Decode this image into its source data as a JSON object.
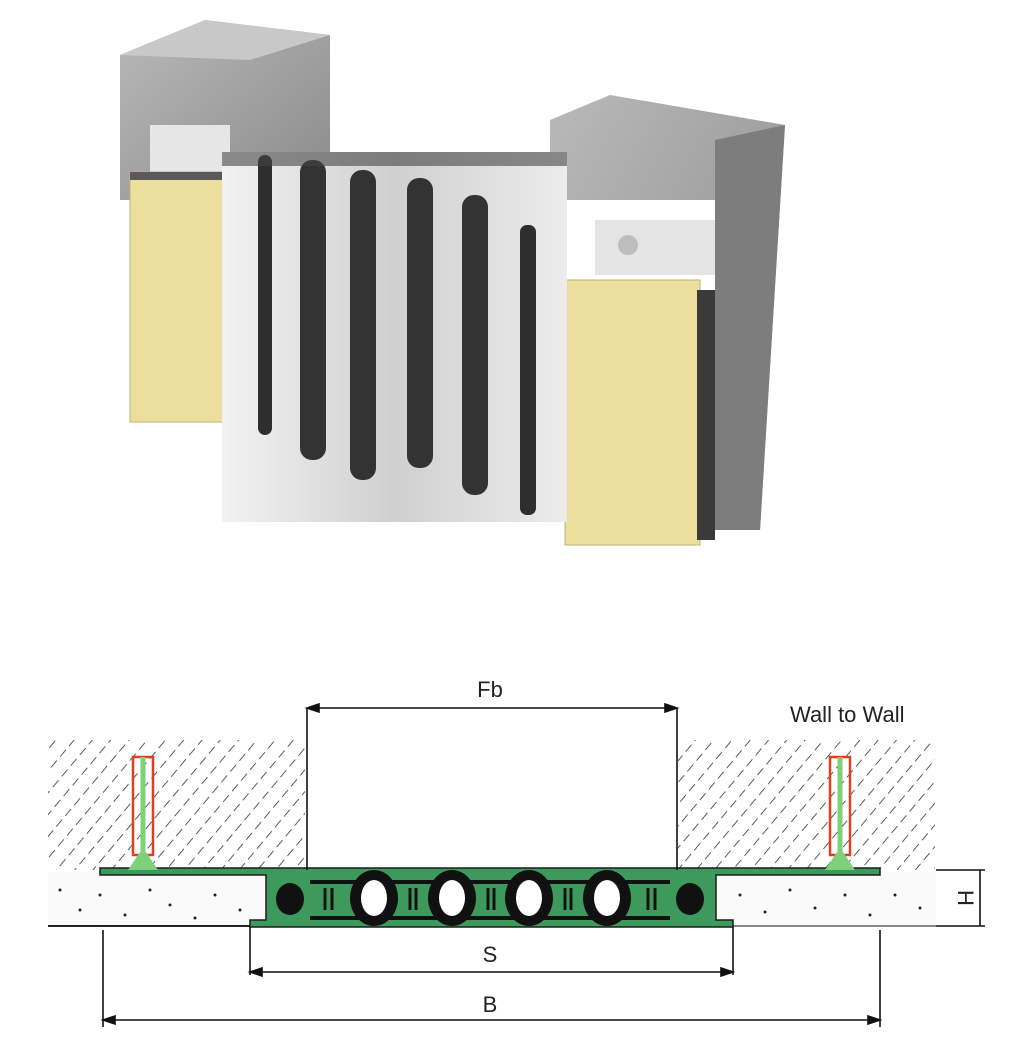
{
  "product_render": {
    "title": "Wall to wall expansion joint cover 3D view"
  },
  "cross_section": {
    "dimensions": {
      "fb": "Fb",
      "s": "S",
      "b": "B",
      "h": "H"
    },
    "caption": "Wall to Wall",
    "colors": {
      "profile": "#3e9a5c",
      "rubber": "#111111",
      "anchor": "#e0401f",
      "screw": "#7ed07a",
      "hatch": "#333333"
    }
  }
}
